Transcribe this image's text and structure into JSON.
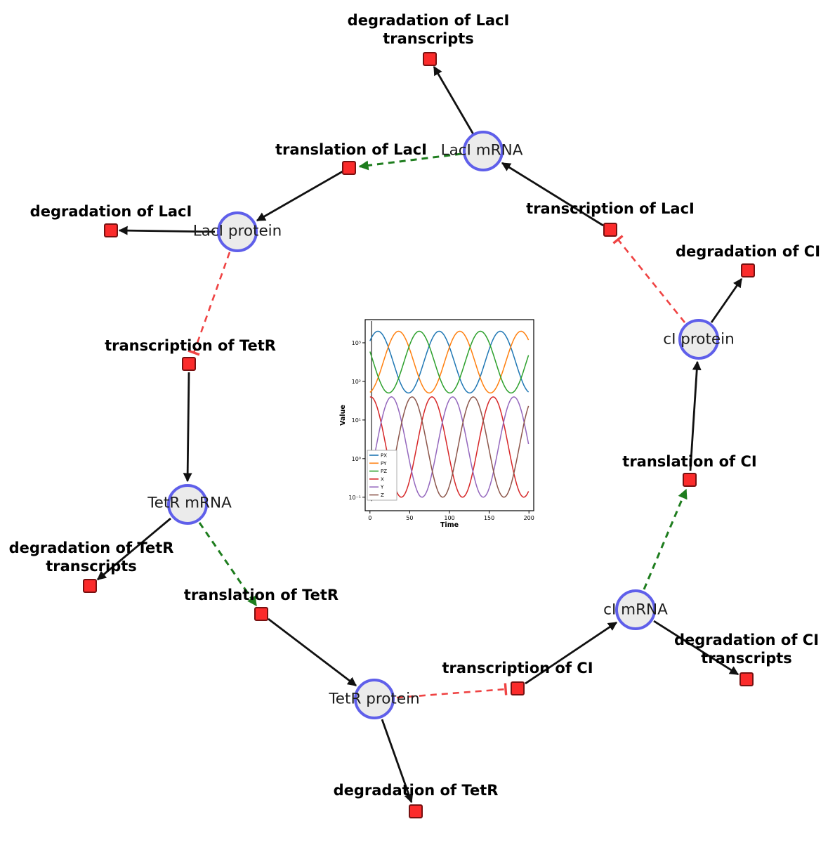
{
  "diagram": {
    "species": [
      {
        "id": "laci-mrna",
        "label": "LacI mRNA"
      },
      {
        "id": "laci-protein",
        "label": "LacI protein"
      },
      {
        "id": "ci-protein",
        "label": "cI protein"
      },
      {
        "id": "tetr-mrna",
        "label": "TetR mRNA"
      },
      {
        "id": "ci-mrna",
        "label": "cI mRNA"
      },
      {
        "id": "tetr-protein",
        "label": "TetR protein"
      }
    ],
    "reactions": [
      {
        "id": "deg-laci-tx",
        "label": "degradation of LacI transcripts"
      },
      {
        "id": "translation-laci",
        "label": "translation of LacI"
      },
      {
        "id": "transcription-laci",
        "label": "transcription of LacI"
      },
      {
        "id": "deg-laci",
        "label": "degradation of LacI"
      },
      {
        "id": "deg-ci",
        "label": "degradation of CI"
      },
      {
        "id": "transcription-tetr",
        "label": "transcription of TetR"
      },
      {
        "id": "translation-ci",
        "label": "translation of CI"
      },
      {
        "id": "deg-tetr-tx",
        "label": "degradation of TetR transcripts"
      },
      {
        "id": "translation-tetr",
        "label": "translation of TetR"
      },
      {
        "id": "transcription-ci",
        "label": "transcription of CI"
      },
      {
        "id": "deg-ci-tx",
        "label": "degradation of CI transcripts"
      },
      {
        "id": "deg-tetr",
        "label": "degradation of TetR"
      }
    ],
    "edges": [
      {
        "from": "LacI mRNA",
        "to": "degradation of LacI transcripts",
        "type": "consumption"
      },
      {
        "from": "translation of LacI",
        "to": "LacI protein",
        "type": "production"
      },
      {
        "from": "LacI mRNA",
        "to": "translation of LacI",
        "type": "modifier"
      },
      {
        "from": "transcription of LacI",
        "to": "LacI mRNA",
        "type": "production"
      },
      {
        "from": "cI protein",
        "to": "transcription of LacI",
        "type": "inhibition"
      },
      {
        "from": "LacI protein",
        "to": "degradation of LacI",
        "type": "consumption"
      },
      {
        "from": "LacI protein",
        "to": "transcription of TetR",
        "type": "inhibition"
      },
      {
        "from": "transcription of TetR",
        "to": "TetR mRNA",
        "type": "production"
      },
      {
        "from": "TetR mRNA",
        "to": "degradation of TetR transcripts",
        "type": "consumption"
      },
      {
        "from": "TetR mRNA",
        "to": "translation of TetR",
        "type": "modifier"
      },
      {
        "from": "translation of TetR",
        "to": "TetR protein",
        "type": "production"
      },
      {
        "from": "TetR protein",
        "to": "degradation of TetR",
        "type": "consumption"
      },
      {
        "from": "TetR protein",
        "to": "transcription of CI",
        "type": "inhibition"
      },
      {
        "from": "transcription of CI",
        "to": "cI mRNA",
        "type": "production"
      },
      {
        "from": "cI mRNA",
        "to": "degradation of CI transcripts",
        "type": "consumption"
      },
      {
        "from": "cI mRNA",
        "to": "translation of CI",
        "type": "modifier"
      },
      {
        "from": "translation of CI",
        "to": "cI protein",
        "type": "production"
      },
      {
        "from": "cI protein",
        "to": "degradation of CI",
        "type": "consumption"
      }
    ],
    "colors": {
      "species_fill": "#ebebeb",
      "species_border": "#5f5fea",
      "reaction_fill": "#fb2b2b",
      "reaction_border": "#771111",
      "edge_black": "#111111",
      "edge_modifier_green": "#1e7d1e",
      "edge_inhibition_red": "#ef4343"
    }
  },
  "chart_data": {
    "type": "line",
    "title": "",
    "xlabel": "Time",
    "ylabel": "Value",
    "x_range": [
      0,
      200
    ],
    "x_ticks": [
      0,
      50,
      100,
      150,
      200
    ],
    "y_scale": "log",
    "y_tick_labels": [
      "10⁻¹",
      "10⁰",
      "10¹",
      "10²",
      "10³"
    ],
    "y_tick_values": [
      0.1,
      1,
      10,
      100,
      1000
    ],
    "ylim": [
      0.045,
      4000
    ],
    "legend_position": "lower left",
    "grid": false,
    "initial_transient_t": 2,
    "series": [
      {
        "name": "PX",
        "color": "#1f77b4",
        "log10_center": 2.5,
        "log10_amplitude": 0.8,
        "period": 77,
        "peak_t": 87
      },
      {
        "name": "PY",
        "color": "#ff7f0e",
        "log10_center": 2.5,
        "log10_amplitude": 0.8,
        "period": 77,
        "peak_t": 36
      },
      {
        "name": "PZ",
        "color": "#2ca02c",
        "log10_center": 2.5,
        "log10_amplitude": 0.8,
        "period": 77,
        "peak_t": 62
      },
      {
        "name": "X",
        "color": "#d62728",
        "log10_center": 0.3,
        "log10_amplitude": 1.3,
        "period": 77,
        "peak_t": 78
      },
      {
        "name": "Y",
        "color": "#9467bd",
        "log10_center": 0.3,
        "log10_amplitude": 1.3,
        "period": 77,
        "peak_t": 27
      },
      {
        "name": "Z",
        "color": "#8c564b",
        "log10_center": 0.3,
        "log10_amplitude": 1.3,
        "period": 77,
        "peak_t": 53
      }
    ]
  }
}
